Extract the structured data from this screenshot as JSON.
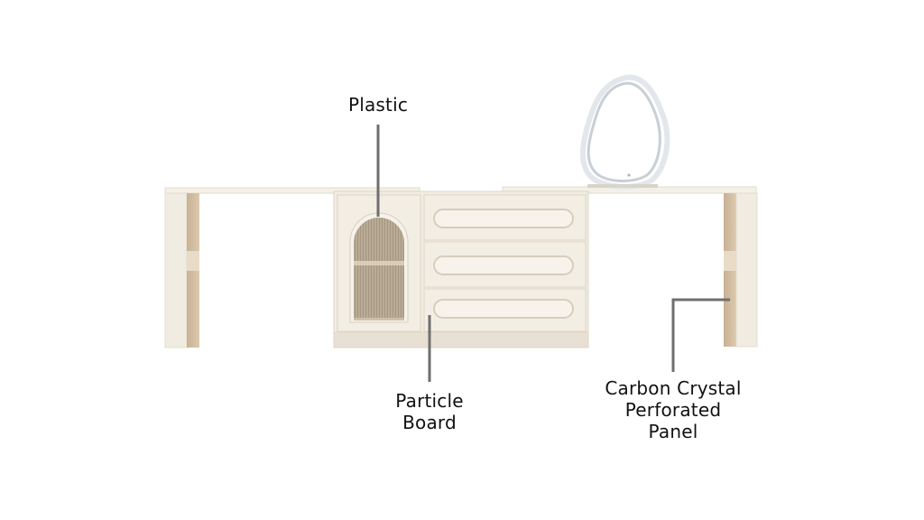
{
  "labels": {
    "plastic": [
      "Plastic"
    ],
    "particle_board": [
      "Particle",
      "Board"
    ],
    "carbon_panel": [
      "Carbon Crystal",
      "Perforated",
      "Panel"
    ]
  },
  "colors": {
    "background": "#ffffff",
    "cream": "#f1ece1",
    "cream_shadow": "#e3dccd",
    "wood": "#cdb79a",
    "glass": "#b8aa95",
    "leader_line": "#6f6f6f",
    "mirror_glow": "#dfe4ea"
  }
}
